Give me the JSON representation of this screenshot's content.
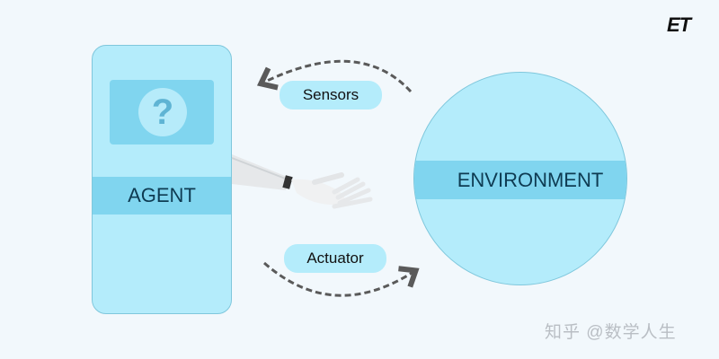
{
  "diagram": {
    "agent": {
      "label": "AGENT",
      "icon": "question-mark-icon",
      "icon_glyph": "?"
    },
    "environment": {
      "label": "ENVIRONMENT"
    },
    "connections": [
      {
        "label": "Sensors",
        "from": "ENVIRONMENT",
        "to": "AGENT",
        "style": "dashed-arrow"
      },
      {
        "label": "Actuator",
        "from": "AGENT",
        "to": "ENVIRONMENT",
        "style": "dashed-arrow"
      }
    ],
    "illustration": "robotic-arm"
  },
  "branding": {
    "logo": "ET",
    "watermark": "知乎 @数学人生"
  },
  "colors": {
    "background": "#f2f8fc",
    "shape_fill": "#b4ecfb",
    "band_fill": "#80d5ef",
    "label_text": "#0e3b52",
    "arrow": "#5a5a5a"
  }
}
